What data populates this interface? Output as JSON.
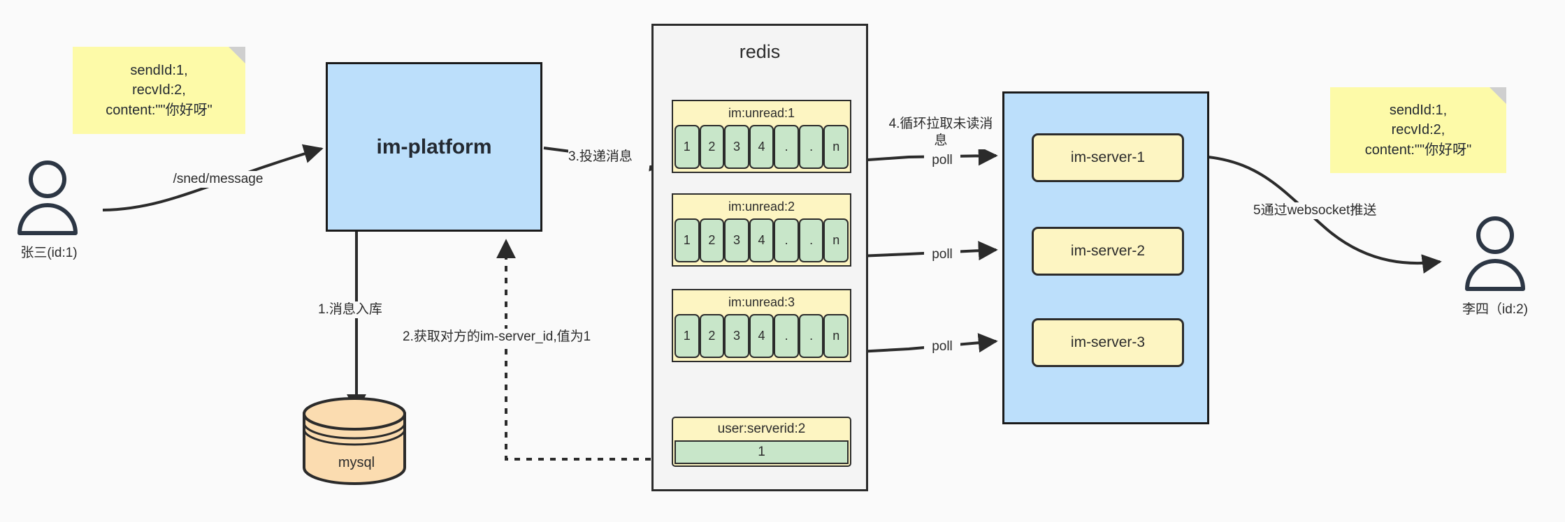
{
  "diagram": {
    "title": "IM message delivery architecture",
    "background": "#fafafa",
    "colors": {
      "note": "#fdfaa8",
      "note_fold": "#cfcfcf",
      "blue": "#bcdffb",
      "redis_bg": "#f4f4f4",
      "key_yellow": "#fdf5c2",
      "cell_green": "#c8e6c9",
      "mysql_orange": "#fbdcb0",
      "stroke": "#2b2b2b"
    }
  },
  "notes": {
    "left": "sendId:1,\nrecvId:2,\ncontent:\"\"你好呀\"",
    "right": "sendId:1,\nrecvId:2,\ncontent:\"\"你好呀\""
  },
  "actors": {
    "sender": {
      "label": "张三(id:1)",
      "icon": "person-icon"
    },
    "receiver": {
      "label": "李四（id:2)",
      "icon": "person-icon"
    }
  },
  "platform": {
    "label": "im-platform"
  },
  "database": {
    "label": "mysql",
    "icon": "database-cylinder-icon"
  },
  "redis": {
    "title": "redis",
    "lists": [
      {
        "key": "im:unread:1",
        "cells": [
          "1",
          "2",
          "3",
          "4",
          ".",
          ".",
          "n"
        ]
      },
      {
        "key": "im:unread:2",
        "cells": [
          "1",
          "2",
          "3",
          "4",
          ".",
          ".",
          "n"
        ]
      },
      {
        "key": "im:unread:3",
        "cells": [
          "1",
          "2",
          "3",
          "4",
          ".",
          ".",
          "n"
        ]
      }
    ],
    "single": {
      "key": "user:serverid:2",
      "value": "1"
    }
  },
  "servers": {
    "nodes": [
      {
        "label": "im-server-1"
      },
      {
        "label": "im-server-2"
      },
      {
        "label": "im-server-3"
      }
    ]
  },
  "edges": {
    "send_message": "/sned/message",
    "step1": "1.消息入库",
    "step2": "2.获取对方的im-server_id,值为1",
    "step3": "3.投递消息",
    "step4": "4.循环拉取未读消\n息",
    "step5": "5通过websocket推送",
    "poll1": "poll",
    "poll2": "poll",
    "poll3": "poll"
  }
}
